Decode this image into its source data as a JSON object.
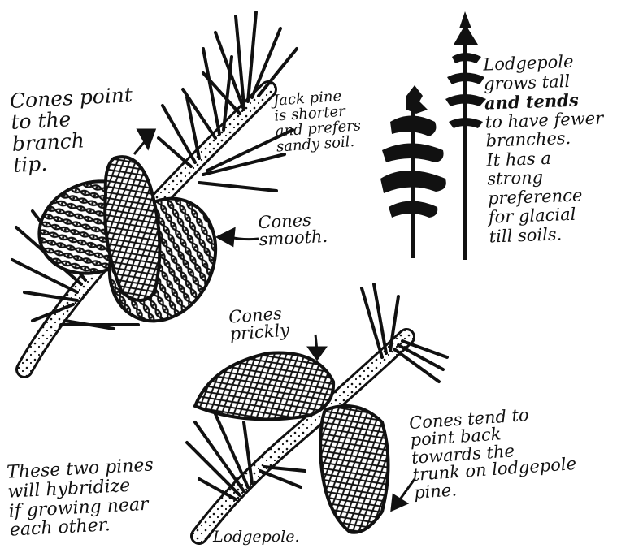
{
  "labels": {
    "cones_point": [
      "Cones point",
      "to the",
      "branch",
      "tip."
    ],
    "jack_pine": [
      "Jack pine",
      "is shorter",
      "and prefers",
      "sandy soil."
    ],
    "lodgepole_desc": [
      "Lodgepole",
      "grows tall",
      "and tends",
      "to have fewer",
      "branches.",
      "It has a",
      "strong",
      "preference",
      "for glacial",
      "till soils."
    ],
    "cones_smooth": [
      "Cones",
      "smooth."
    ],
    "cones_prickly": [
      "Cones",
      "prickly"
    ],
    "cones_back": [
      "Cones tend to",
      "point back",
      "towards the",
      "trunk on lodgepole",
      "pine."
    ],
    "hybridize": [
      "These two pines",
      "will hybridize",
      "if growing near",
      "each other."
    ],
    "lodgepole_caption": "Lodgepole."
  },
  "colors": {
    "ink": "#111111",
    "paper": "#ffffff"
  },
  "icons": [
    "arrow-icon"
  ]
}
